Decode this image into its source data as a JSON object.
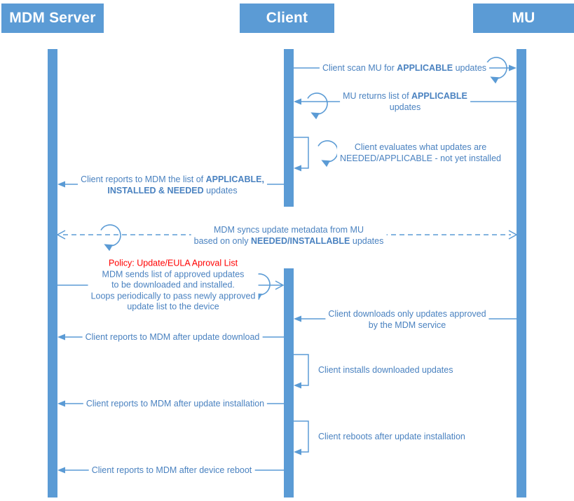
{
  "actors": {
    "mdm": {
      "label": "MDM Server"
    },
    "client": {
      "label": "Client"
    },
    "mu": {
      "label": "MU"
    }
  },
  "colors": {
    "accent": "#5B9BD5",
    "message_text": "#4a82c0",
    "policy_text": "#FF0000"
  },
  "messages": {
    "scan": {
      "pre": "Client scan MU for ",
      "bold": "APPLICABLE",
      "post": " updates"
    },
    "returns": {
      "pre": "MU returns list of ",
      "bold": "APPLICABLE",
      "line2": "updates"
    },
    "evaluates": {
      "line1": "Client evaluates what updates are",
      "line2": "NEEDED/APPLICABLE - not yet installed"
    },
    "reports_list": {
      "pre": "Client reports to MDM the list of ",
      "bold1": "APPLICABLE,",
      "bold2": "INSTALLED & NEEDED",
      "post": " updates"
    },
    "sync": {
      "line1": "MDM syncs update metadata from MU",
      "pre2": "based on only ",
      "bold2": "NEEDED/INSTALLABLE",
      "post2": " updates"
    },
    "policy": {
      "title": "Policy: Update/EULA Aproval List",
      "line1": "MDM sends list of approved updates",
      "line2": "to be downloaded and installed.",
      "line3": "Loops periodically to pass newly approved",
      "line4": "update list to the device"
    },
    "downloads": {
      "line1": "Client downloads only updates approved",
      "line2": "by the MDM service"
    },
    "report_download": {
      "label": "Client reports to MDM after update download"
    },
    "installs": {
      "label": "Client installs downloaded updates"
    },
    "report_install": {
      "label": "Client reports to MDM after update installation"
    },
    "reboots": {
      "label": "Client reboots after update installation"
    },
    "report_reboot": {
      "label": "Client reports to MDM after device reboot"
    }
  }
}
